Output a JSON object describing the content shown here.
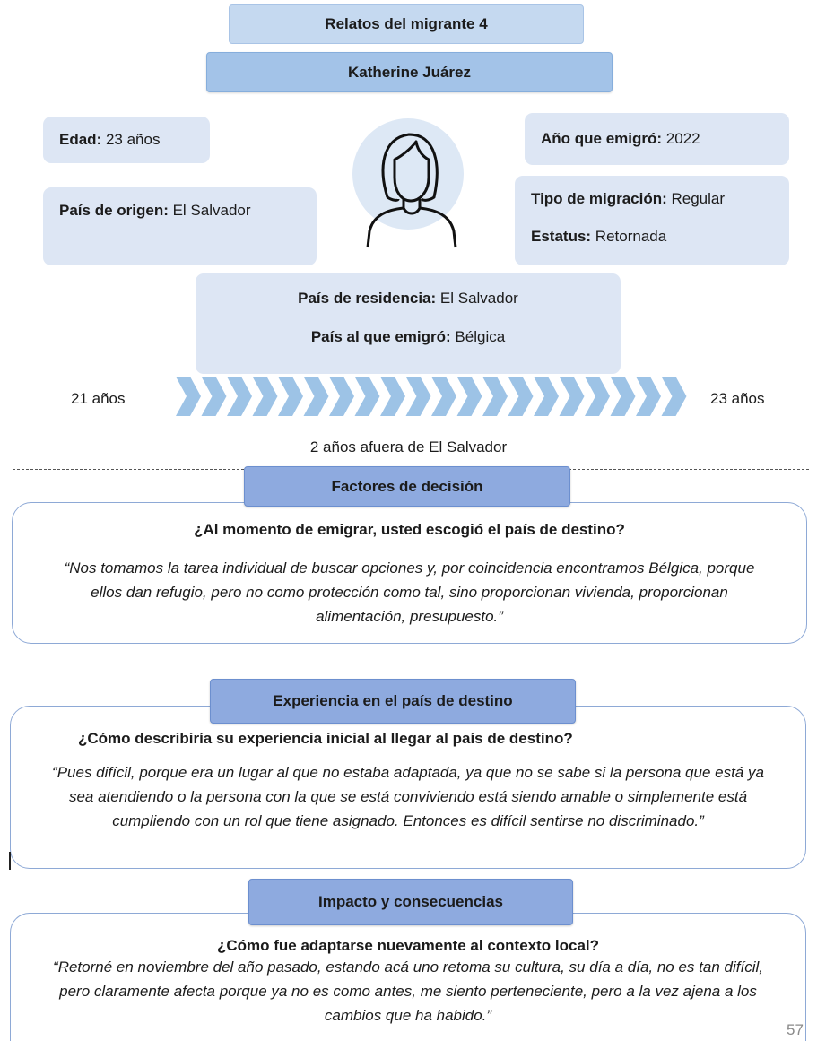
{
  "header": {
    "title": "Relatos del migrante 4",
    "name": "Katherine Juárez"
  },
  "profile": {
    "edad_label": "Edad:",
    "edad_value": " 23 años",
    "pais_origen_label": "País de origen:",
    "pais_origen_value": " El Salvador",
    "ano_label": "Año que emigró:",
    "ano_value": " 2022",
    "tipo_label": "Tipo de migración:",
    "tipo_value": " Regular",
    "estatus_label": "Estatus:",
    "estatus_value": " Retornada",
    "residencia_label": "País de residencia:",
    "residencia_value": " El Salvador",
    "emigro_label": "País al que emigró:",
    "emigro_value": " Bélgica",
    "avatar_icon": "woman-avatar-icon"
  },
  "timeline": {
    "start_label": "21 años",
    "end_label": "23 años",
    "caption": "2 años afuera de El Salvador",
    "arrow_color": "#9dc3e6"
  },
  "sections": [
    {
      "header": "Factores de decisión",
      "question": "¿Al momento de emigrar, usted escogió el país de destino?",
      "answer": "“Nos tomamos la tarea individual de buscar opciones y, por coincidencia encontramos Bélgica, porque ellos dan refugio, pero no como protección como tal, sino proporcionan vivienda, proporcionan alimentación, presupuesto.”"
    },
    {
      "header": "Experiencia en el país de destino",
      "question": "¿Cómo describiría su experiencia inicial al llegar al país de destino?",
      "answer": "“Pues difícil, porque era un lugar al que no estaba adaptada, ya que no se sabe si la persona que está ya sea atendiendo o la persona con la que se está conviviendo está siendo amable o simplemente está cumpliendo con un rol que tiene asignado. Entonces es difícil sentirse no discriminado.”"
    },
    {
      "header": "Impacto y consecuencias",
      "question": "¿Cómo fue adaptarse nuevamente al contexto local?",
      "answer": "“Retorné en noviembre del año pasado, estando acá uno retoma su cultura, su día a día, no es tan difícil, pero claramente afecta porque ya no es como antes, me siento perteneciente, pero a la vez ajena a los cambios que ha habido.”"
    }
  ],
  "page_number": "57",
  "colors": {
    "title_bg": "#c5d9f0",
    "name_bg": "#a3c3e8",
    "info_bg": "#dde6f4",
    "section_header_bg": "#8eaadf",
    "card_border": "#8ea9d6"
  }
}
